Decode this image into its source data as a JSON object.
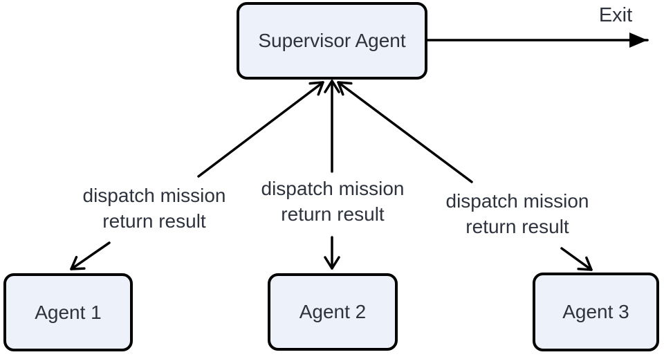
{
  "diagram": {
    "nodes": {
      "supervisor": {
        "label": "Supervisor Agent"
      },
      "agent1": {
        "label": "Agent 1"
      },
      "agent2": {
        "label": "Agent 2"
      },
      "agent3": {
        "label": "Agent 3"
      }
    },
    "exit": {
      "label": "Exit"
    },
    "edge_labels": {
      "left": {
        "line1": "dispatch mission",
        "line2": "return result"
      },
      "middle": {
        "line1": "dispatch mission",
        "line2": "return result"
      },
      "right": {
        "line1": "dispatch mission",
        "line2": "return result"
      }
    },
    "colors": {
      "node_fill": "#edf1fa",
      "node_border": "#000000",
      "text": "#2d323d",
      "arrow": "#000000",
      "background": "#ffffff"
    }
  }
}
